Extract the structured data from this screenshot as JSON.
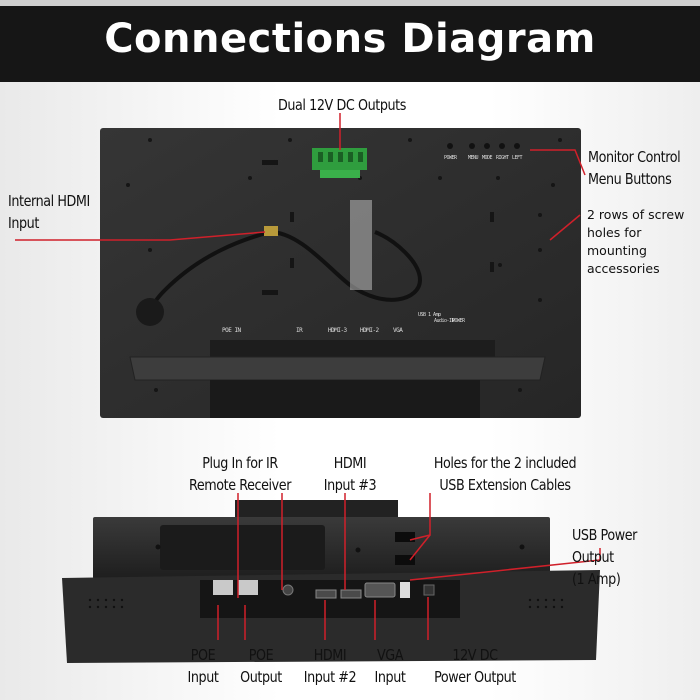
{
  "header": {
    "title": "Connections Diagram"
  },
  "callouts": {
    "dual_dc": "Dual 12V DC Outputs",
    "internal_hdmi": [
      "Internal HDMI",
      "Input"
    ],
    "monitor_control": [
      "Monitor Control",
      "Menu Buttons"
    ],
    "screw_holes": [
      "2 rows of screw",
      "holes for mounting",
      "accessories"
    ],
    "ir_plug": [
      "Plug In for IR",
      "Remote Receiver"
    ],
    "hdmi3": [
      "HDMI",
      "Input #3"
    ],
    "usb_holes": [
      "Holes for the 2 included",
      "USB Extension Cables"
    ],
    "usb_power": [
      "USB Power Output",
      "(1 Amp)"
    ],
    "poe_input": [
      "POE",
      "Input"
    ],
    "poe_output": [
      "POE",
      "Output"
    ],
    "hdmi2": [
      "HDMI",
      "Input #2"
    ],
    "vga": [
      "VGA",
      "Input"
    ],
    "dc_power": [
      "12V DC",
      "Power Output"
    ]
  },
  "device_labels": {
    "buttons": [
      "POWER",
      "MENU",
      "MODE",
      "RIGHT",
      "LEFT"
    ],
    "ports": [
      "POE IN",
      "IR",
      "HDMI-3",
      "HDMI-2",
      "VGA",
      "USB 1 Amp",
      "Audio-IN",
      "POWER"
    ]
  },
  "colors": {
    "callout_line": "#d0202a",
    "header_bg": "#161616",
    "device": "#2a2a2a"
  }
}
